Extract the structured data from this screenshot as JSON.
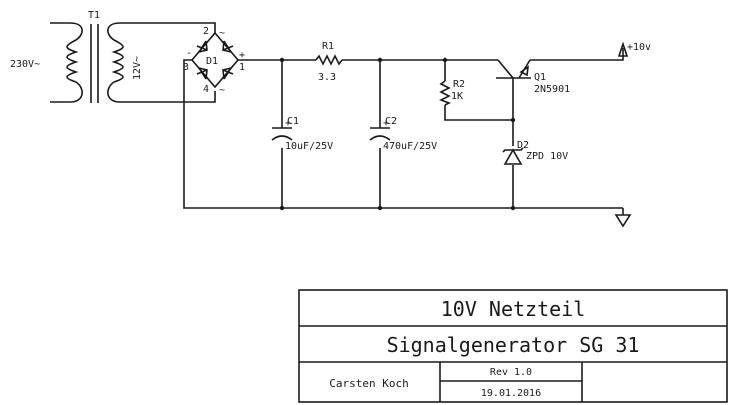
{
  "schematic": {
    "transformer": {
      "ref": "T1",
      "primary": "230V~",
      "secondary": "12V~"
    },
    "bridge": {
      "ref": "D1",
      "pins": {
        "p1": "1",
        "p2": "2",
        "p3": "3",
        "p4": "4"
      },
      "plus": "+",
      "minus": "-",
      "ac": "~"
    },
    "r1": {
      "ref": "R1",
      "value": "3.3"
    },
    "c1": {
      "ref": "C1",
      "value": "10uF/25V",
      "plus": "+"
    },
    "c2": {
      "ref": "C2",
      "value": "470uF/25V",
      "plus": "+"
    },
    "r2": {
      "ref": "R2",
      "value": "1K"
    },
    "q1": {
      "ref": "Q1",
      "value": "2N5901"
    },
    "d2": {
      "ref": "D2",
      "value": "ZPD 10V"
    },
    "output": {
      "label": "+10v"
    }
  },
  "titleblock": {
    "title": "10V Netzteil",
    "subtitle": "Signalgenerator SG 31",
    "author": "Carsten Koch",
    "revision": "Rev 1.0",
    "date": "19.01.2016"
  }
}
